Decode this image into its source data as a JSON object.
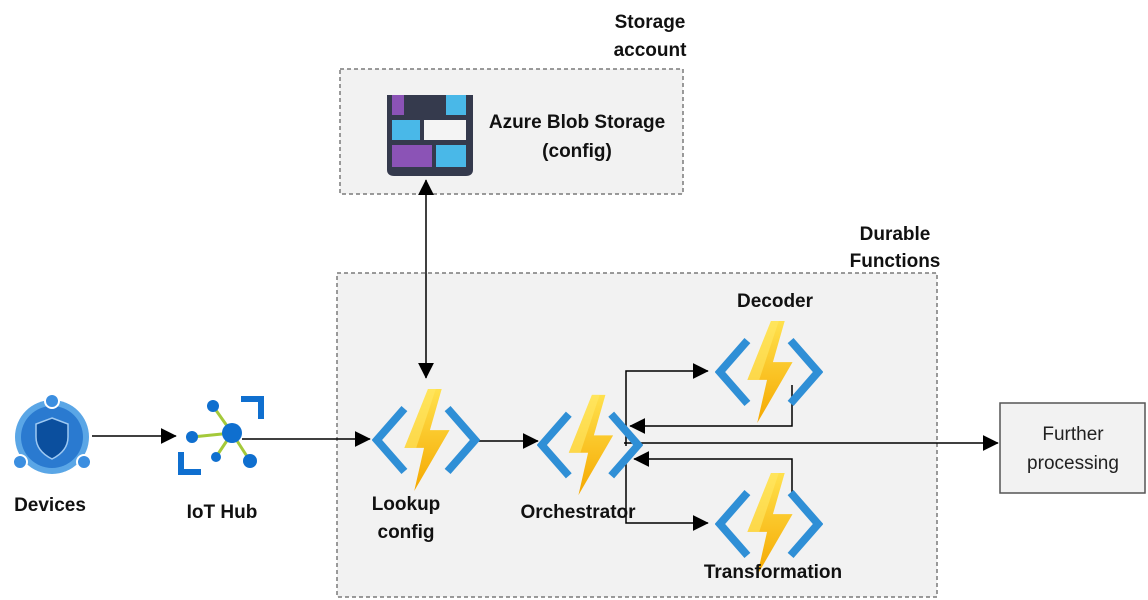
{
  "groups": {
    "storage": {
      "label_line1": "Storage",
      "label_line2": "account"
    },
    "durable": {
      "label_line1": "Durable",
      "label_line2": "Functions"
    }
  },
  "nodes": {
    "devices": {
      "label": "Devices",
      "icon": "shield-circle-icon"
    },
    "iot_hub": {
      "label": "IoT Hub",
      "icon": "iot-hub-icon"
    },
    "blob_storage": {
      "label_line1": "Azure Blob Storage",
      "label_line2": "(config)",
      "icon": "blob-storage-icon"
    },
    "lookup": {
      "label_line1": "Lookup",
      "label_line2": "config",
      "icon": "function-icon"
    },
    "orchestrator": {
      "label": "Orchestrator",
      "icon": "function-icon"
    },
    "decoder": {
      "label": "Decoder",
      "icon": "function-icon"
    },
    "transformation": {
      "label": "Transformation",
      "icon": "function-icon"
    },
    "further": {
      "label_line1": "Further",
      "label_line2": "processing"
    }
  },
  "colors": {
    "bracket_blue": "#2f8fd6",
    "bolt_yellow": "#ffd119",
    "bolt_orange": "#f0a500",
    "group_fill": "#f2f2f2",
    "group_border": "#7a7a7a",
    "iot_blue": "#0f6fcf",
    "iot_green": "#a4c93a",
    "device_blue": "#2a7ad0",
    "storage_dark": "#353a4d",
    "storage_purple": "#8b53b6",
    "storage_cyan": "#49b8e8"
  }
}
